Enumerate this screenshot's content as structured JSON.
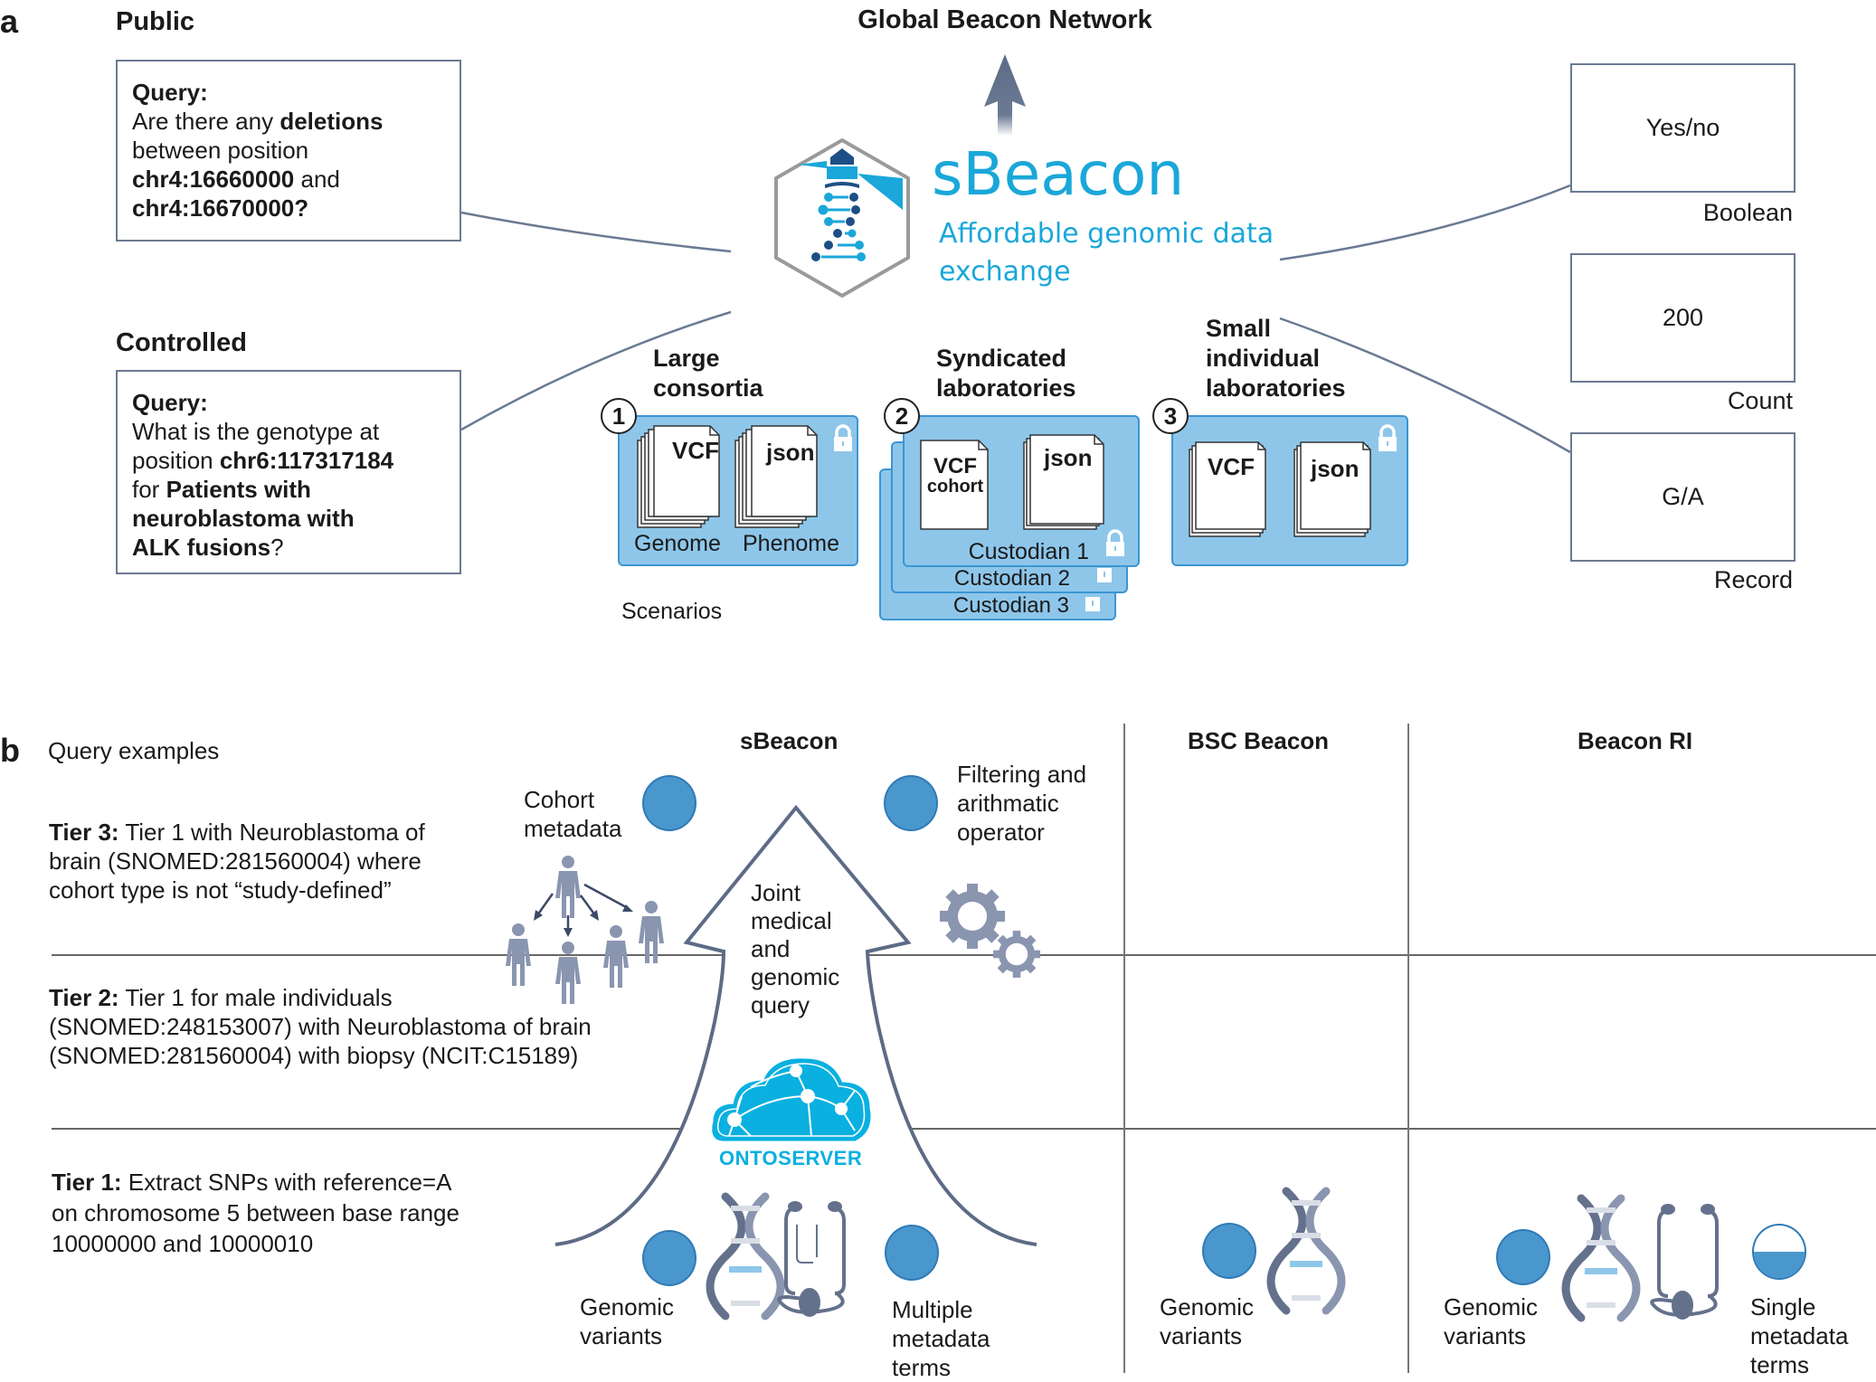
{
  "panel_a": {
    "letter": "a",
    "public_label": "Public",
    "controlled_label": "Controlled",
    "public_query": {
      "title": "Query:",
      "line1_plain": "Are there any ",
      "line1_bold": "deletions",
      "line2": "between position",
      "line3_bold": "chr4:16660000",
      "line3_plain": " and",
      "line4_bold": "chr4:16670000?"
    },
    "controlled_query": {
      "title": "Query:",
      "line1": "What is the genotype at",
      "line2_plain": "position ",
      "line2_bold": "chr6:117317184",
      "line3_plain": "for ",
      "line3_bold": "Patients with",
      "line4_bold": "neuroblastoma with",
      "line5_bold": "ALK fusions",
      "line5_plain": "?"
    },
    "network_label": "Global Beacon Network",
    "logo": {
      "name": "sBeacon",
      "tagline_line1": "Affordable genomic data",
      "tagline_line2": "exchange",
      "brand_color": "#1aa7d9"
    },
    "scenarios_label": "Scenarios",
    "scenarios": [
      {
        "number": "1",
        "title_line1": "Large",
        "title_line2": "consortia",
        "doc1": "VCF",
        "doc2": "json",
        "caption1": "Genome",
        "caption2": "Phenome"
      },
      {
        "number": "2",
        "title_line1": "Syndicated",
        "title_line2": "laboratories",
        "doc1_line1": "VCF",
        "doc1_line2": "cohort",
        "doc2": "json",
        "custodians": [
          "Custodian 1",
          "Custodian 2",
          "Custodian 3"
        ]
      },
      {
        "number": "3",
        "title_line1": "Small",
        "title_line2": "individual",
        "title_line3": "laboratories",
        "doc1": "VCF",
        "doc2": "json"
      }
    ],
    "responses": [
      {
        "value": "Yes/no",
        "type": "Boolean"
      },
      {
        "value": "200",
        "type": "Count"
      },
      {
        "value": "G/A",
        "type": "Record"
      }
    ]
  },
  "panel_b": {
    "letter": "b",
    "query_examples_label": "Query examples",
    "tiers": [
      {
        "label": "Tier 3:",
        "text_line1": " Tier 1 with Neuroblastoma of",
        "text_line2": "brain (SNOMED:281560004) where",
        "text_line3": "cohort type is not “study-defined”"
      },
      {
        "label": "Tier 2:",
        "text_line1": " Tier 1 for male individuals",
        "text_line2": "(SNOMED:248153007) with Neuroblastoma of brain",
        "text_line3": "(SNOMED:281560004) with biopsy (NCIT:C15189)"
      },
      {
        "label": "Tier 1:",
        "text_line1": " Extract SNPs with reference=A",
        "text_line2": "on chromosome 5 between base range",
        "text_line3": "10000000 and 10000010"
      }
    ],
    "columns": [
      {
        "header": "sBeacon",
        "features": {
          "cohort_metadata": [
            "Cohort",
            "metadata"
          ],
          "filtering": [
            "Filtering and",
            "arithmatic",
            "operator"
          ],
          "joint_query": [
            "Joint",
            "medical",
            "and",
            "genomic",
            "query"
          ],
          "ontoserver": "ONTOSERVER",
          "genomic_variants": [
            "Genomic",
            "variants"
          ],
          "metadata_terms": [
            "Multiple",
            "metadata",
            "terms"
          ]
        }
      },
      {
        "header": "BSC Beacon",
        "features": {
          "genomic_variants": [
            "Genomic",
            "variants"
          ]
        }
      },
      {
        "header": "Beacon RI",
        "features": {
          "genomic_variants": [
            "Genomic",
            "variants"
          ],
          "metadata_terms": [
            "Single",
            "metadata",
            "terms"
          ],
          "metadata_fill_fraction": 0.5
        }
      }
    ]
  },
  "colors": {
    "scenario_fill": "#8ec6ea",
    "scenario_border": "#3b96d3",
    "dot_blue": "#4a97cd",
    "icon_gray": "#8a95b0",
    "line_gray": "#6b7a93",
    "ontoserver_blue": "#0ab0e0"
  }
}
